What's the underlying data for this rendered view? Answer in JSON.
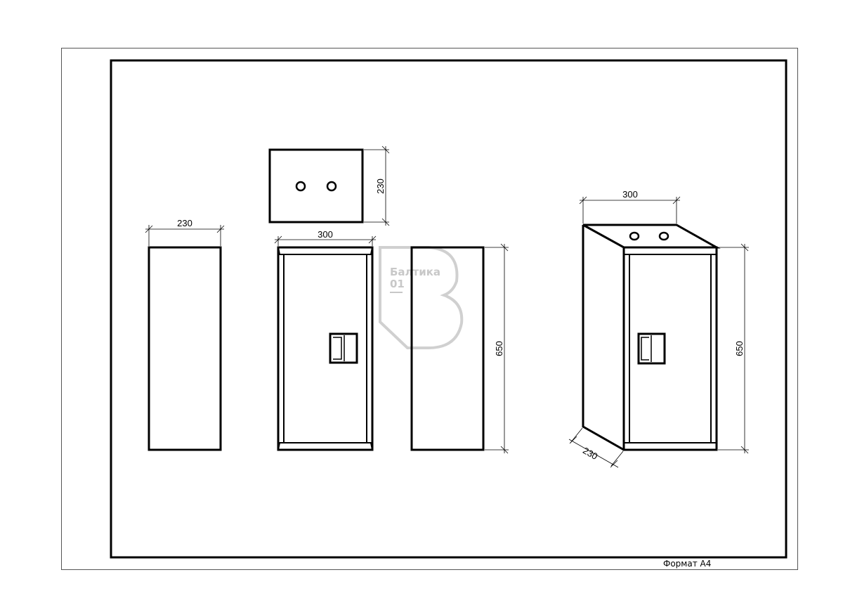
{
  "sheet": {
    "format_label": "Формат А4"
  },
  "watermark": {
    "line1": "Балтика",
    "line2": "01"
  },
  "views": {
    "side_left": {
      "width_label": "230"
    },
    "top": {
      "depth_label": "230"
    },
    "front": {
      "width_label": "300"
    },
    "side_right": {
      "height_label": "650"
    },
    "isometric": {
      "width_label": "300",
      "height_label": "650",
      "depth_label": "230"
    }
  },
  "colors": {
    "line": "#000000",
    "watermark": "#c8c8c8"
  }
}
